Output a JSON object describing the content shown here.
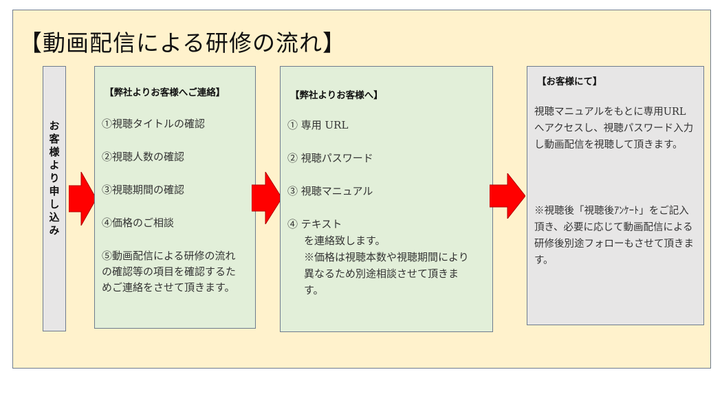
{
  "title": "【動画配信による研修の流れ】",
  "side_label": "お客様より申し込み",
  "box1": {
    "heading": "【弊社よりお客様へご連絡】",
    "items": [
      "①視聴タイトルの確認",
      "②視聴人数の確認",
      "③視聴期間の確認",
      "④価格のご相談",
      "⑤動画配信による研修の流れ",
      "の確認等の項目を確認するた",
      "めご連絡をさせて頂きます。"
    ]
  },
  "box2": {
    "heading": "【弊社よりお客様へ】",
    "items": [
      "①  専用 URL",
      "②  視聴パスワード",
      "③  視聴マニュアル",
      "④  テキスト",
      "を連絡致します。",
      "※価格は視聴本数や視聴期間により",
      "異なるため別途相談させて頂きま",
      "す。"
    ]
  },
  "box3": {
    "heading": "【お客様にて】",
    "para1": "視聴マニュアルをもとに専用URL へアクセスし、視聴パスワード入力し動画配信を視聴して頂きます。",
    "para2": "※視聴後「視聴後ｱﾝｹｰﾄ」をご記入頂き、必要に応じて動画配信による研修後別途フォローもさせて頂きます。"
  },
  "colors": {
    "background": "#fff2cc",
    "green_box": "#e2efd9",
    "grey_box": "#e7e6e6",
    "arrow": "#ff0000",
    "border": "#6d7b8d"
  }
}
